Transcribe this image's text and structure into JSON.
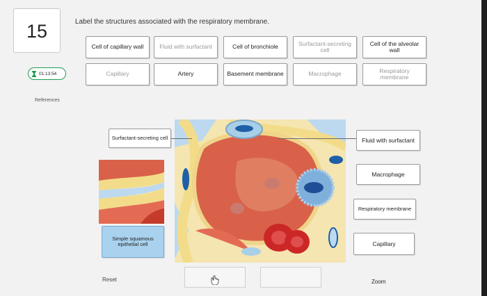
{
  "question": {
    "number": "15"
  },
  "timer": {
    "value": "01:13:54"
  },
  "references": {
    "label": "References"
  },
  "instruction": "Label the structures associated with the respiratory membrane.",
  "word_bank": [
    {
      "label": "Cell of capillary wall",
      "faded": false
    },
    {
      "label": "Fluid with surfactant",
      "faded": true
    },
    {
      "label": "Cell of bronchiole",
      "faded": false
    },
    {
      "label": "Surfactant-secreting cell",
      "faded": true
    },
    {
      "label": "Cell of the alveolar wall",
      "faded": false
    },
    {
      "label": "Capillary",
      "faded": true
    },
    {
      "label": "Artery",
      "faded": false
    },
    {
      "label": "Basement membrane",
      "faded": false
    },
    {
      "label": "Macrophage",
      "faded": true
    },
    {
      "label": "Respiratory membrane",
      "faded": true
    }
  ],
  "placed_labels": {
    "surfactant_cell": "Surfactant-secreting cell",
    "squamous": "Simple squamous epithelial cell",
    "fluid": "Fluid with surfactant",
    "macrophage": "Macrophage",
    "respiratory": "Respiratory membrane",
    "capillary": "Capillary"
  },
  "controls": {
    "reset": "Reset",
    "zoom": "Zoom"
  },
  "colors": {
    "accent_green": "#1e9c52",
    "placed_blue": "#a9d2ee",
    "alveolar_red": "#d9614a",
    "wall_yellow": "#f2dc8a",
    "fluid_blue": "#bcd9ef"
  }
}
